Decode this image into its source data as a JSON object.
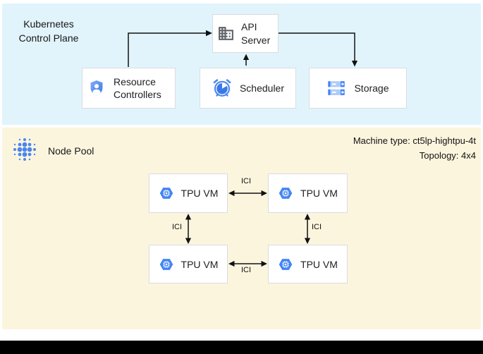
{
  "colors": {
    "control_plane_bg": "#e1f4fc",
    "node_pool_bg": "#fcf5de",
    "box_border": "#d9dce1",
    "accent_blue": "#4285f4",
    "icon_gray": "#5f6368",
    "arrow_black": "#111111",
    "bottom_bar": "#000000"
  },
  "control_plane": {
    "title": "Kubernetes\nControl Plane",
    "api_server": "API Server",
    "resource_controllers": "Resource Controllers",
    "scheduler": "Scheduler",
    "storage": "Storage"
  },
  "node_pool": {
    "title": "Node Pool",
    "machine_type": "Machine type: ct5lp-hightpu-4t",
    "topology": "Topology: 4x4",
    "tpu_vms": [
      "TPU VM",
      "TPU VM",
      "TPU VM",
      "TPU VM"
    ],
    "ici_links": [
      "ICI",
      "ICI",
      "ICI",
      "ICI"
    ]
  },
  "icons": {
    "api_server": "building-icon",
    "resource_controllers": "shield-user-icon",
    "scheduler": "alarm-clock-icon",
    "storage": "storage-disks-icon",
    "tpu_vm": "tpu-hexagon-icon",
    "node_pool": "dot-cluster-icon"
  }
}
